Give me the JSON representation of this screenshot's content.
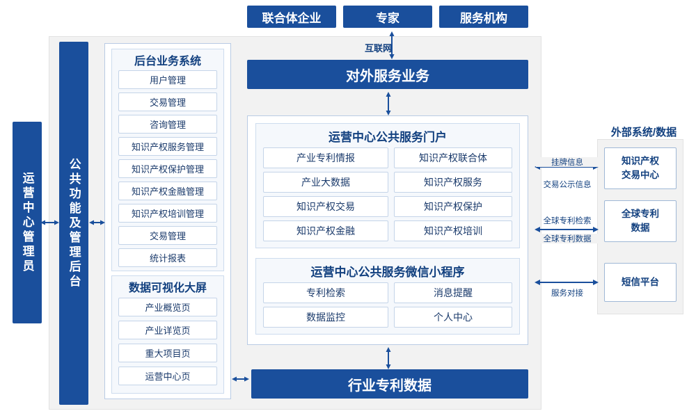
{
  "top_entities": [
    {
      "label": "联合体企业"
    },
    {
      "label": "专家"
    },
    {
      "label": "服务机构"
    }
  ],
  "internet_label": "互联网",
  "external_service_bar": "对外服务业务",
  "industry_data_bar": "行业专利数据",
  "left_vertical_bars": [
    {
      "label": "运营中心管理员"
    },
    {
      "label": "公共功能及管理后台"
    }
  ],
  "backoffice": {
    "title": "后台业务系统",
    "items": [
      "用户管理",
      "交易管理",
      "咨询管理",
      "知识产权服务管理",
      "知识产权保护管理",
      "知识产权金融管理",
      "知识产权培训管理",
      "交易管理",
      "统计报表"
    ]
  },
  "visualization": {
    "title": "数据可视化大屏",
    "items": [
      "产业概览页",
      "产业详览页",
      "重大项目页",
      "运营中心页"
    ]
  },
  "portal": {
    "title": "运营中心公共服务门户",
    "items": [
      "产业专利情报",
      "知识产权联合体",
      "产业大数据",
      "知识产权服务",
      "知识产权交易",
      "知识产权保护",
      "知识产权金融",
      "知识产权培训"
    ]
  },
  "miniprogram": {
    "title": "运营中心公共服务微信小程序",
    "items": [
      "专利检索",
      "消息提醒",
      "数据监控",
      "个人中心"
    ]
  },
  "external": {
    "title": "外部系统/数据",
    "boxes": [
      {
        "label": "知识产权\n交易中心"
      },
      {
        "label": "全球专利\n数据"
      },
      {
        "label": "短信平台"
      }
    ],
    "link_labels": [
      "挂牌信息",
      "交易公示信息",
      "全球专利检索",
      "全球专利数据",
      "服务对接"
    ]
  },
  "colors": {
    "primary": "#1a4f9c",
    "text": "#12407f",
    "panel": "#f2f2f2"
  }
}
